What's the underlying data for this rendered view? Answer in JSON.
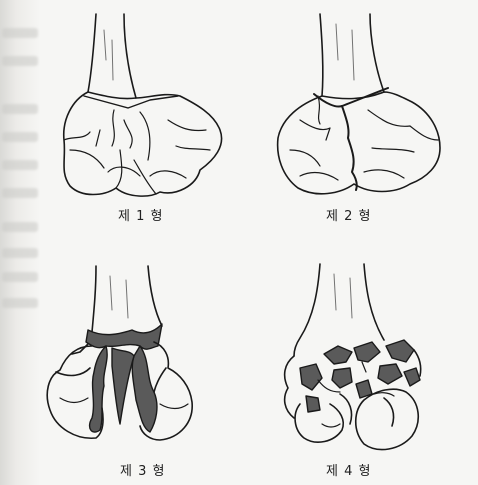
{
  "figure": {
    "panels": [
      {
        "id": "type-1",
        "label": "제 1 형"
      },
      {
        "id": "type-2",
        "label": "제 2 형"
      },
      {
        "id": "type-3",
        "label": "제 3 형"
      },
      {
        "id": "type-4",
        "label": "제 4 형"
      }
    ],
    "colors": {
      "ink": "#1a1a1a",
      "shading": "#555555",
      "paper": "#f6f6f4"
    }
  }
}
